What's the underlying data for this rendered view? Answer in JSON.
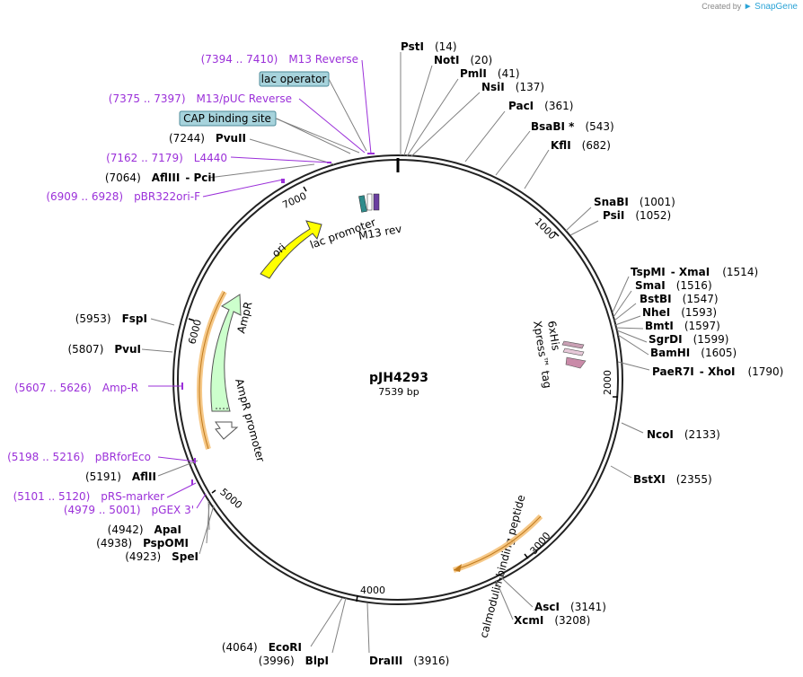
{
  "credit": {
    "prefix": "Created by",
    "brand": "SnapGene"
  },
  "plasmid": {
    "name": "pJH4293",
    "length_label": "7539 bp",
    "length": 7539
  },
  "ticks": [
    "1000",
    "2000",
    "3000",
    "4000",
    "5000",
    "6000",
    "7000"
  ],
  "enzymes": [
    {
      "name": "PstI",
      "pos": "(14)"
    },
    {
      "name": "NotI",
      "pos": "(20)"
    },
    {
      "name": "PmlI",
      "pos": "(41)"
    },
    {
      "name": "NsiI",
      "pos": "(137)"
    },
    {
      "name": "PacI",
      "pos": "(361)"
    },
    {
      "name": "BsaBI *",
      "pos": "(543)"
    },
    {
      "name": "KflI",
      "pos": "(682)"
    },
    {
      "name": "SnaBI",
      "pos": "(1001)"
    },
    {
      "name": "PsiI",
      "pos": "(1052)"
    },
    {
      "name": "TspMI",
      "name2": "XmaI",
      "pos": "(1514)"
    },
    {
      "name": "SmaI",
      "pos": "(1516)"
    },
    {
      "name": "BstBI",
      "pos": "(1547)"
    },
    {
      "name": "NheI",
      "pos": "(1593)"
    },
    {
      "name": "BmtI",
      "pos": "(1597)"
    },
    {
      "name": "SgrDI",
      "pos": "(1599)"
    },
    {
      "name": "BamHI",
      "pos": "(1605)"
    },
    {
      "name": "PaeR7I",
      "name2": "XhoI",
      "pos": "(1790)"
    },
    {
      "name": "NcoI",
      "pos": "(2133)"
    },
    {
      "name": "BstXI",
      "pos": "(2355)"
    },
    {
      "name": "AscI",
      "pos": "(3141)"
    },
    {
      "name": "XcmI",
      "pos": "(3208)"
    },
    {
      "name": "DraIII",
      "pos": "(3916)"
    },
    {
      "name": "BlpI",
      "pos": "(3996)"
    },
    {
      "name": "EcoRI",
      "pos": "(4064)"
    },
    {
      "name": "SpeI",
      "pos": "(4923)"
    },
    {
      "name": "PspOMI",
      "pos": "(4938)"
    },
    {
      "name": "ApaI",
      "pos": "(4942)"
    },
    {
      "name": "AflII",
      "pos": "(5191)"
    },
    {
      "name": "PvuI",
      "pos": "(5807)"
    },
    {
      "name": "FspI",
      "pos": "(5953)"
    },
    {
      "name": "AflIII",
      "name2": "PciI",
      "pos": "(7064)"
    },
    {
      "name": "PvuII",
      "pos": "(7244)"
    }
  ],
  "primers": [
    {
      "name": "M13 Reverse",
      "range": "(7394 .. 7410)"
    },
    {
      "name": "M13/pUC Reverse",
      "range": "(7375 .. 7397)"
    },
    {
      "name": "L4440",
      "range": "(7162 .. 7179)"
    },
    {
      "name": "pBR322ori-F",
      "range": "(6909 .. 6928)"
    },
    {
      "name": "Amp-R",
      "range": "(5607 .. 5626)"
    },
    {
      "name": "pBRforEco",
      "range": "(5198 .. 5216)"
    },
    {
      "name": "pRS-marker",
      "range": "(5101 .. 5120)"
    },
    {
      "name": "pGEX 3'",
      "range": "(4979 .. 5001)"
    }
  ],
  "boxed_features": [
    "lac operator",
    "CAP binding site"
  ],
  "features": {
    "lac_promoter": "lac promoter",
    "m13_rev": "M13 rev",
    "ori": "ori",
    "ampr": "AmpR",
    "ampr_promoter": "AmpR promoter",
    "his": "6xHis",
    "xpress": "Xpress™ tag",
    "cbp": "calmodulin-binding peptide"
  },
  "colors": {
    "backbone": "#222222",
    "ori": "#ffff00",
    "ampr": "#ccffcc",
    "orf": "#f5c27a",
    "primer": "#9b30d9",
    "boxed": "#a7d3dc",
    "leader": "#808080"
  }
}
